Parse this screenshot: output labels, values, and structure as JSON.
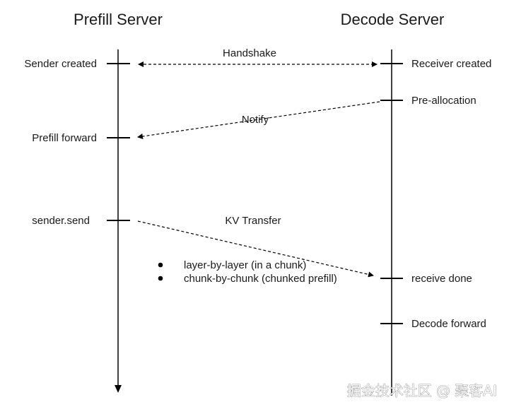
{
  "headers": {
    "prefill": "Prefill Server",
    "decode": "Decode Server"
  },
  "prefill_events": {
    "sender_created": "Sender created",
    "prefill_forward": "Prefill forward",
    "sender_send": "sender.send"
  },
  "decode_events": {
    "receiver_created": "Receiver created",
    "pre_allocation": "Pre-allocation",
    "receive_done": "receive done",
    "decode_forward": "Decode forward"
  },
  "messages": {
    "handshake": "Handshake",
    "notify": "Notify",
    "kv_transfer": "KV Transfer"
  },
  "bullets": [
    "layer-by-layer (in a chunk)",
    "chunk-by-chunk (chunked prefill)"
  ],
  "watermark": "掘金技术社区 @ 聚客AI"
}
